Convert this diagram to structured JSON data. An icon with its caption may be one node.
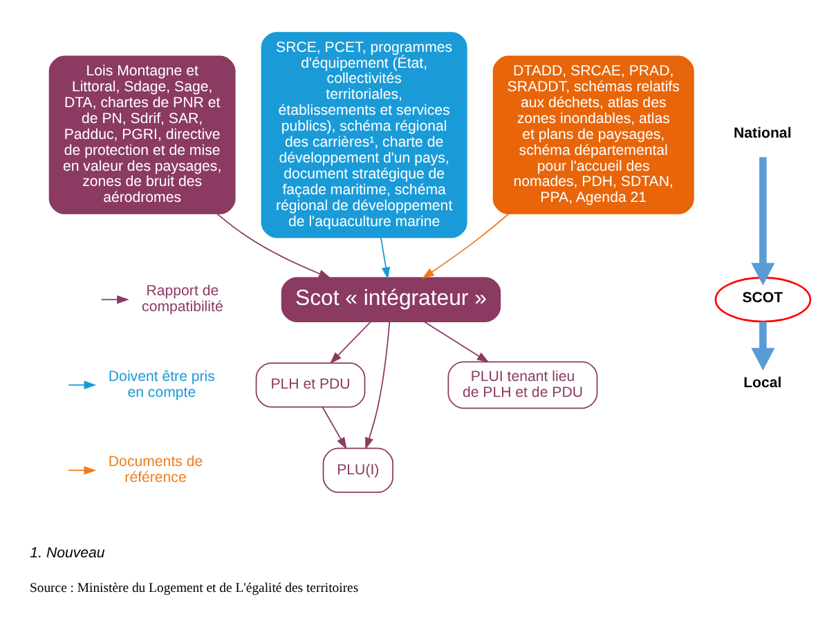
{
  "diagram": {
    "caption": "Source : Ministère du Logement et de L'égalité des territoires",
    "nodes": [
      {
        "text": [
          "Lois Montagne et Littoral, Sdage, Sage, DTA, chartes de PNR et de PN, Sdrif, SAR, Padduc, PGRI, directive de protection et de mise en valeur des paysages, zones de bruit des aérodromes"
        ]
      },
      {
        "text": [
          "SRCE, PCET, programmes d'équipement (État, collectivités territoriales, établissements et services publics), schéma régional des carrières¹, charte de développement d'un pays, document stratégique de façade maritime, schéma régional de développement de l'aquaculture marine"
        ]
      },
      {
        "text": [
          "DTADD, SRCAE, PRAD, SRADDT, schémas relatifs aux déchets, atlas des zones inondables, atlas et plans de paysages, schéma départemental pour l'accueil des nomades, PDH, SDTAN, PPA, Agenda 21"
        ]
      },
      {
        "text": [
          "Scot « intégrateur »"
        ]
      },
      {
        "text": [
          "PLH et PDU"
        ]
      },
      {
        "text": [
          "PLU(I)"
        ]
      },
      {
        "text": [
          "PLUI tenant lieu de PLH et de PDU"
        ]
      },
      {
        "text": [
          "National"
        ]
      },
      {
        "text": [
          "SCOT"
        ]
      },
      {
        "text": [
          "Local"
        ]
      }
    ],
    "edges": [
      {
        "from": 0,
        "to": 3,
        "arrow": "to"
      },
      {
        "from": 1,
        "to": 3,
        "arrow": "to",
        "color": "#1a9bd7"
      },
      {
        "from": 2,
        "to": 3,
        "arrow": "to",
        "color": "#f07c1b"
      },
      {
        "from": 3,
        "to": 4,
        "arrow": "to"
      },
      {
        "from": 4,
        "to": 5,
        "arrow": "to"
      },
      {
        "from": 3,
        "to": 5,
        "arrow": "to"
      },
      {
        "from": 3,
        "to": 6,
        "arrow": "to"
      },
      {
        "from": 7,
        "to": 8,
        "arrow": "to",
        "style": "thick",
        "color": "#5b9bd5"
      },
      {
        "from": 8,
        "to": 9,
        "arrow": "to",
        "style": "thick",
        "color": "#5b9bd5"
      }
    ],
    "labels": [
      "1. Nouveau"
    ],
    "legend": [
      {
        "text": "Rapport de compatibilité"
      },
      {
        "text": "Doivent être pris en compte"
      },
      {
        "text": "Documents de référence"
      }
    ]
  }
}
